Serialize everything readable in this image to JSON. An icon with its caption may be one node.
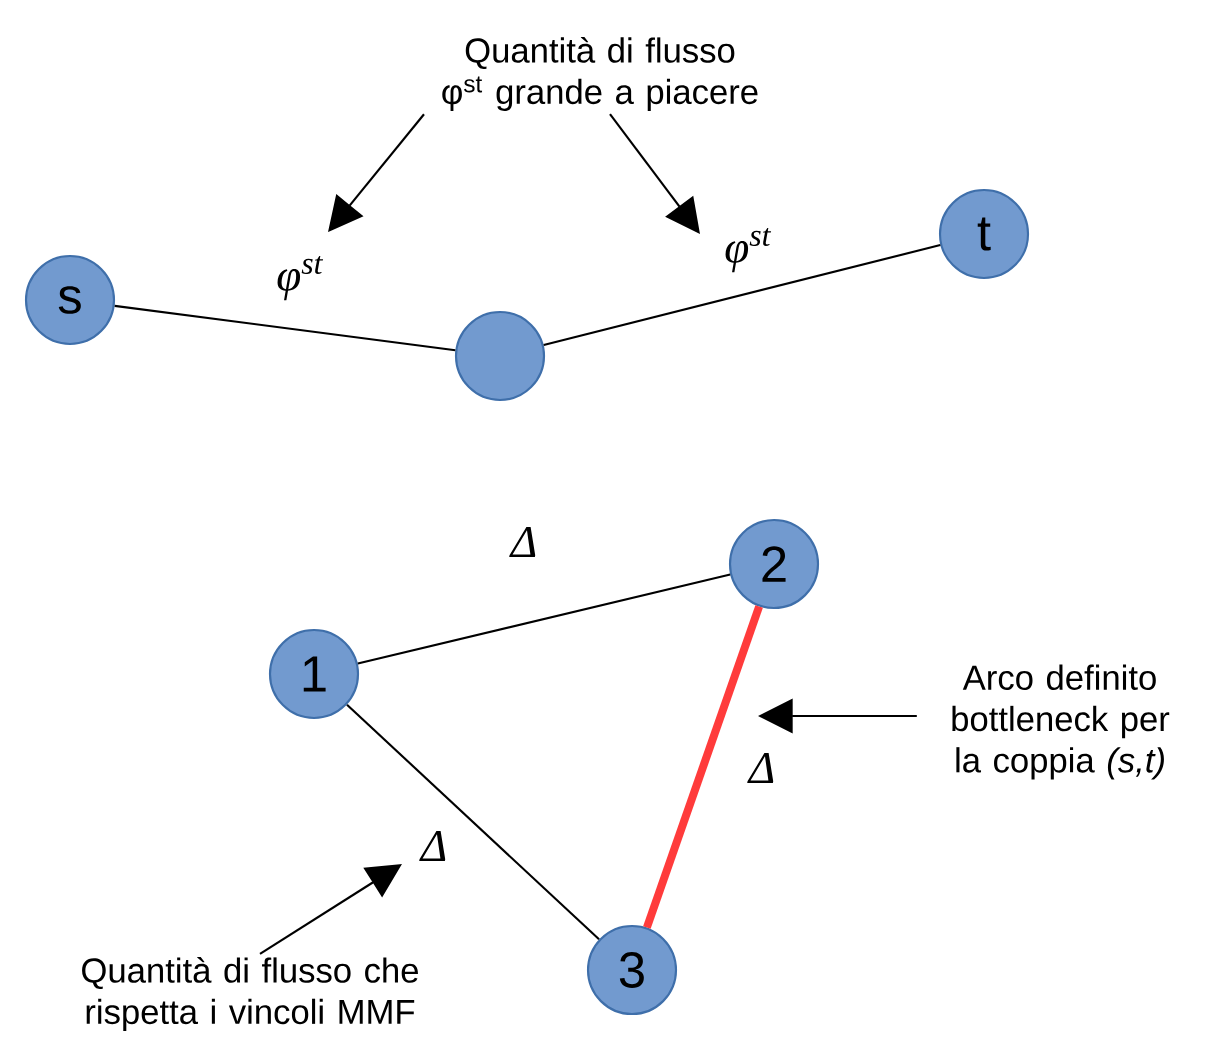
{
  "diagram": {
    "nodes": [
      {
        "text": [
          "s"
        ]
      },
      {
        "text": [],
        "shape": "circle"
      },
      {
        "text": [
          "t"
        ]
      },
      {
        "text": [
          "1"
        ]
      },
      {
        "text": [
          "2"
        ]
      },
      {
        "text": [
          "3"
        ]
      },
      {
        "text": [
          "Quantità di flusso φ$^{st}$ grande a piacere"
        ]
      },
      {
        "text": [
          "Arco definito bottleneck per la coppia *(s,t)*"
        ]
      },
      {
        "text": [
          "Quantità di flusso che rispetta i vincoli MMF"
        ]
      }
    ],
    "edges": [
      {
        "from": 0,
        "to": 1,
        "arrow": "none",
        "label": "φ$^{st}$"
      },
      {
        "from": 1,
        "to": 2,
        "arrow": "none",
        "label": "φ$^{st}$"
      },
      {
        "from": 3,
        "to": 4,
        "arrow": "none",
        "label": "Δ"
      },
      {
        "from": 4,
        "to": 5,
        "arrow": "none",
        "label": "Δ",
        "style": "thick",
        "color": "#ff3b3b"
      },
      {
        "from": 3,
        "to": 5,
        "arrow": "none",
        "label": "Δ"
      },
      {
        "from": 6,
        "to": null,
        "arrow": "to"
      },
      {
        "from": 6,
        "to": null,
        "arrow": "to"
      },
      {
        "from": 7,
        "to": null,
        "arrow": "to"
      },
      {
        "from": 8,
        "to": null,
        "arrow": "to"
      }
    ]
  }
}
